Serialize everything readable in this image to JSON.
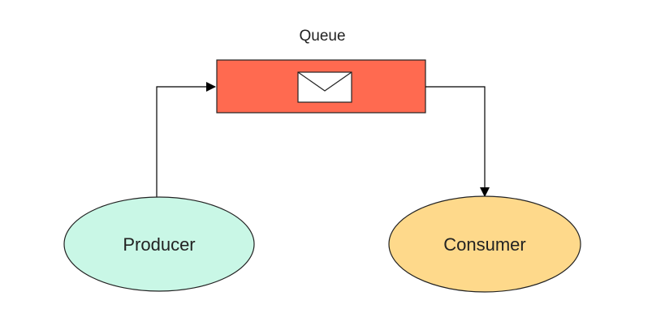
{
  "diagram": {
    "queue": {
      "label": "Queue",
      "color": "#ff6a50",
      "icon": "envelope-icon"
    },
    "producer": {
      "label": "Producer",
      "color": "#c9f7e6"
    },
    "consumer": {
      "label": "Consumer",
      "color": "#fed98b"
    },
    "edges": [
      {
        "from": "producer",
        "to": "queue"
      },
      {
        "from": "queue",
        "to": "consumer"
      }
    ]
  }
}
